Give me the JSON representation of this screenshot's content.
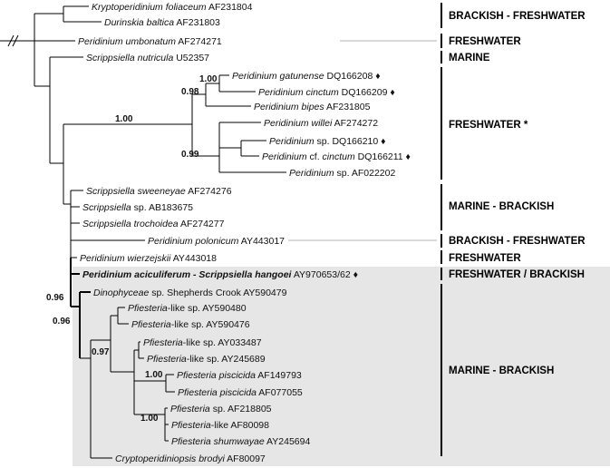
{
  "taxa": [
    {
      "id": "t1",
      "italic": "Kryptoperidinium foliaceum",
      "acc": " AF231804"
    },
    {
      "id": "t2",
      "italic": "Durinskia baltica",
      "acc": " AF231803"
    },
    {
      "id": "t3",
      "italic": "Peridinium umbonatum",
      "acc": " AF274271"
    },
    {
      "id": "t4",
      "italic": "Scrippsiella nutricula",
      "acc": " U52357"
    },
    {
      "id": "t5",
      "italic": "Peridinium gatunense",
      "acc": " DQ166208 ♦"
    },
    {
      "id": "t6",
      "italic": "Peridinium cinctum",
      "acc": " DQ166209 ♦"
    },
    {
      "id": "t7",
      "italic": "Peridinium bipes",
      "acc": " AF231805"
    },
    {
      "id": "t8",
      "italic": "Peridinium willei",
      "acc": " AF274272"
    },
    {
      "id": "t9",
      "italic": "Peridinium",
      "acc": " sp. DQ166210 ♦"
    },
    {
      "id": "t10",
      "italic": "Peridinium",
      "acc": " cf. ",
      "italic2": "cinctum",
      "acc2": " DQ166211 ♦"
    },
    {
      "id": "t11",
      "italic": "Peridinium",
      "acc": " sp. AF022202"
    },
    {
      "id": "t12",
      "italic": "Scrippsiella sweeneyae",
      "acc": " AF274276"
    },
    {
      "id": "t13",
      "italic": "Scrippsiella",
      "acc": " sp. AB183675"
    },
    {
      "id": "t14",
      "italic": "Scrippsiella trochoidea",
      "acc": " AF274277"
    },
    {
      "id": "t15",
      "italic": "Peridinium polonicum",
      "acc": " AY443017"
    },
    {
      "id": "t16",
      "italic": "Peridinium wierzejskii",
      "acc": " AY443018"
    },
    {
      "id": "t17",
      "italic": "Peridinium aciculiferum - Scrippsiella hangoei",
      "acc": " AY970653/62 ♦",
      "bold": true
    },
    {
      "id": "t18",
      "italic": "Dinophyceae",
      "acc": " sp. Shepherds Crook AY590479"
    },
    {
      "id": "t19",
      "italic": "Pfiesteria",
      "acc": "-like sp. AY590480"
    },
    {
      "id": "t20",
      "italic": "Pfiesteria",
      "acc": "-like sp. AY590476"
    },
    {
      "id": "t21",
      "italic": "Pfiesteria",
      "acc": "-like sp. AY033487"
    },
    {
      "id": "t22",
      "italic": "Pfiesteria",
      "acc": "-like sp. AY245689"
    },
    {
      "id": "t23",
      "italic": "Pfiesteria piscicida",
      "acc": " AF149793"
    },
    {
      "id": "t24",
      "italic": "Pfiesteria piscicida",
      "acc": " AF077055"
    },
    {
      "id": "t25",
      "italic": "Pfiesteria",
      "acc": " sp. AF218805"
    },
    {
      "id": "t26",
      "italic": "Pfiesteria",
      "acc": "-like AF80098"
    },
    {
      "id": "t27",
      "italic": "Pfiesteria shumwayae",
      "acc": " AY245694"
    },
    {
      "id": "t28",
      "italic": "Cryptoperidiniopsis brodyi",
      "acc": " AF80097"
    }
  ],
  "support_values": [
    {
      "id": "s1",
      "value": "1.00"
    },
    {
      "id": "s2",
      "value": "0.98"
    },
    {
      "id": "s3",
      "value": "1.00"
    },
    {
      "id": "s4",
      "value": "0.99"
    },
    {
      "id": "s5",
      "value": "0.96"
    },
    {
      "id": "s6",
      "value": "0.96"
    },
    {
      "id": "s7",
      "value": "0.97"
    },
    {
      "id": "s8",
      "value": "1.00"
    },
    {
      "id": "s9",
      "value": "1.00"
    }
  ],
  "habitats": [
    {
      "id": "h1",
      "label": "BRACKISH - FRESHWATER"
    },
    {
      "id": "h2",
      "label": "FRESHWATER"
    },
    {
      "id": "h3",
      "label": "MARINE"
    },
    {
      "id": "h4",
      "label": "FRESHWATER *"
    },
    {
      "id": "h5",
      "label": "MARINE - BRACKISH"
    },
    {
      "id": "h6",
      "label": "BRACKISH - FRESHWATER"
    },
    {
      "id": "h7",
      "label": "FRESHWATER"
    },
    {
      "id": "h8",
      "label": "FRESHWATER / BRACKISH"
    },
    {
      "id": "h9",
      "label": "MARINE - BRACKISH"
    }
  ],
  "colors": {
    "highlight_box": "#e6e6e6",
    "branch": "#000000",
    "leader": "#9a9a9a"
  }
}
